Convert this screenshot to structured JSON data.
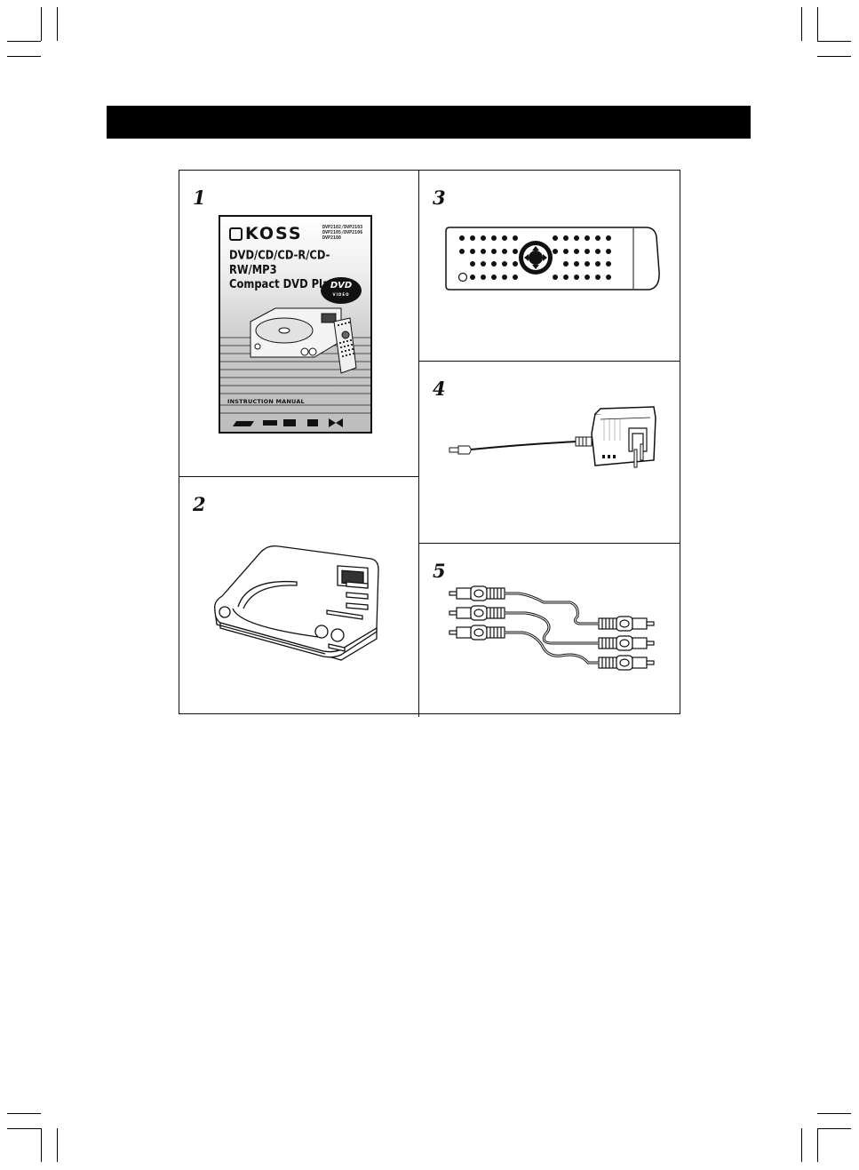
{
  "page": {
    "title_bar_text": "",
    "accent_color": "#000000"
  },
  "items": [
    {
      "number": "1",
      "icon": "instruction-manual-icon"
    },
    {
      "number": "2",
      "icon": "dvd-player-icon"
    },
    {
      "number": "3",
      "icon": "remote-control-icon"
    },
    {
      "number": "4",
      "icon": "ac-adapter-icon"
    },
    {
      "number": "5",
      "icon": "av-cable-icon"
    }
  ],
  "manual_cover": {
    "brand": "KOSS",
    "models": "DVP2102/DVP2103 DVP2105/DVP2106 DVP2108",
    "headline_line1": "DVD/CD/CD-R/CD-RW/MP3",
    "headline_line2": "Compact DVD Player",
    "dvd_logo": "DVD",
    "dvd_logo_sub": "VIDEO",
    "label": "INSTRUCTION MANUAL"
  }
}
